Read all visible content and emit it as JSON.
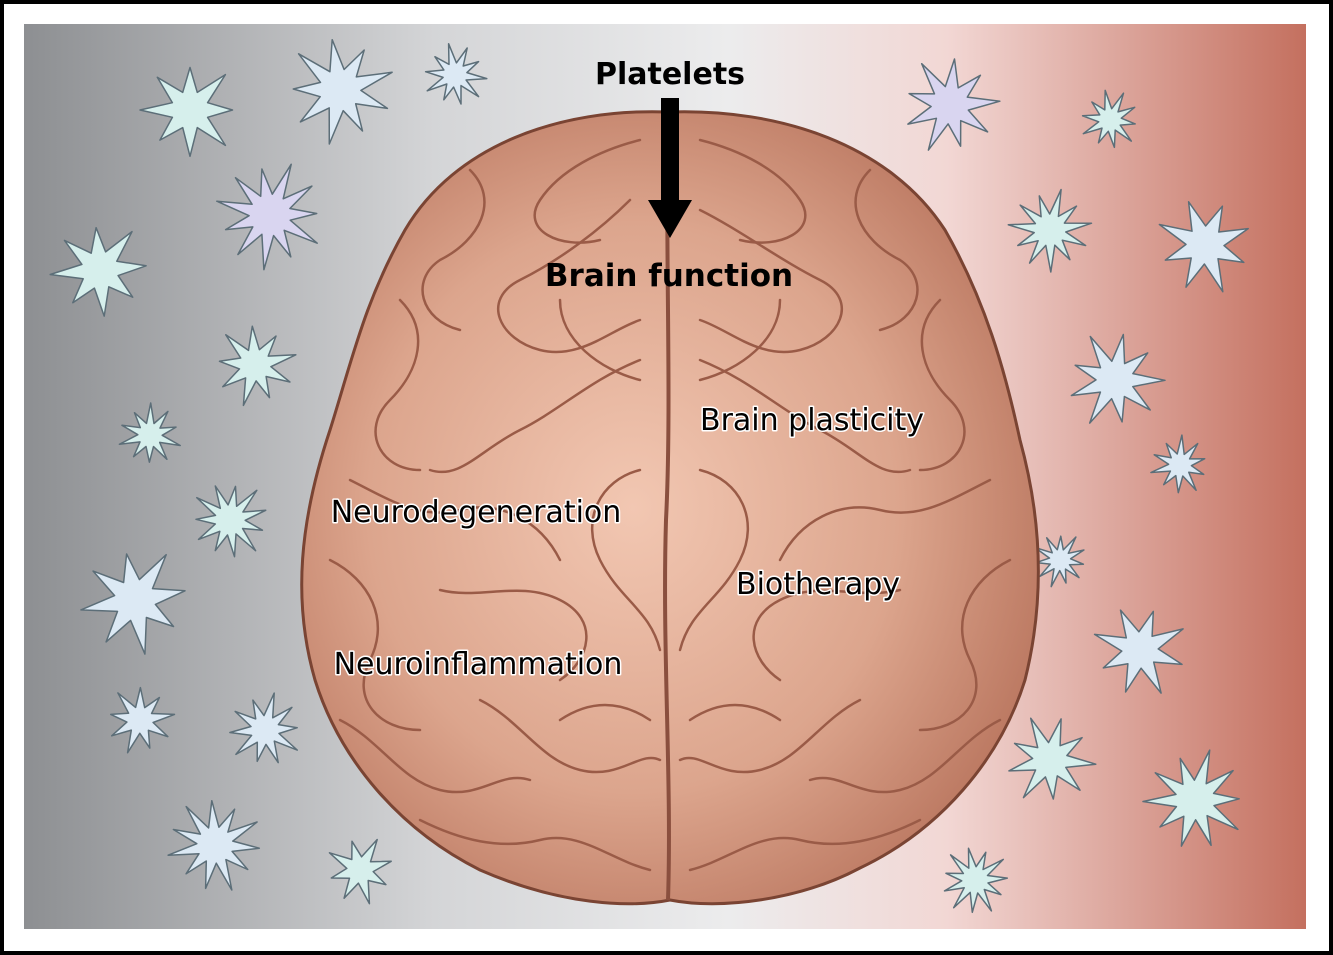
{
  "figure": {
    "top_label": "Platelets",
    "center_label": "Brain function",
    "topics": {
      "plasticity": "Brain plasticity",
      "neurodegeneration": "Neurodegeneration",
      "biotherapy": "Biotherapy",
      "neuroinflammation": "Neuroinflammation"
    }
  },
  "colors": {
    "background_left": "#8f9194",
    "background_mid": "#e7e7e8",
    "background_right": "#c97868",
    "brain_fill": "#d49a82",
    "brain_stroke": "#8a4f3e",
    "platelet_blue": "#dce9f4",
    "platelet_teal": "#d6efec",
    "platelet_violet": "#d9d5f0",
    "frame": "#000000"
  }
}
